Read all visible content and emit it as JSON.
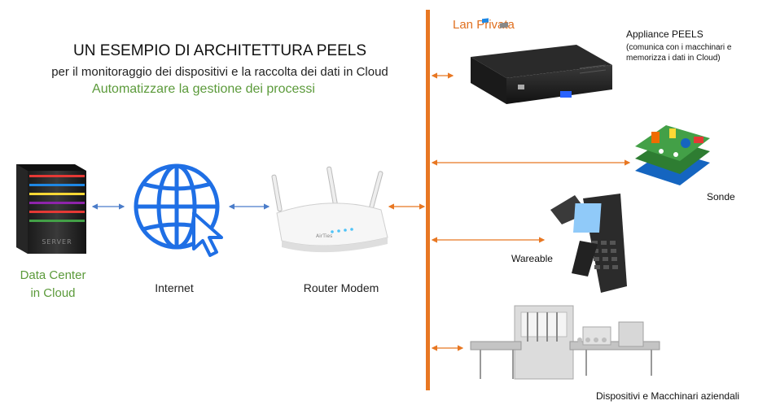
{
  "header": {
    "title": "UN ESEMPIO DI ARCHITETTURA PEELS",
    "subtitle": "per il monitoraggio dei dispositivi e la raccolta dei dati in Cloud",
    "tagline": "Automatizzare la gestione dei processi"
  },
  "lan": {
    "label": "Lan Privata"
  },
  "nodes": {
    "datacenter": {
      "line1": "Data Center",
      "line2": "in Cloud",
      "server_text": "SERVER"
    },
    "internet": {
      "label": "Internet"
    },
    "router": {
      "label": "Router Modem",
      "brand": "AirTies"
    },
    "appliance": {
      "title": "Appliance PEELS",
      "note1": "(comunica con i macchinari e",
      "note2": "memorizza i dati in Cloud)"
    },
    "sonde": {
      "label": "Sonde"
    },
    "wearable": {
      "label": "Wareable"
    },
    "machines": {
      "label": "Dispositivi e Macchinari aziendali"
    }
  },
  "colors": {
    "lan_bus": "#e87722",
    "link": "#4a7cc9",
    "internet_icon": "#1f6fe5",
    "accent_green": "#5b9a3a"
  }
}
